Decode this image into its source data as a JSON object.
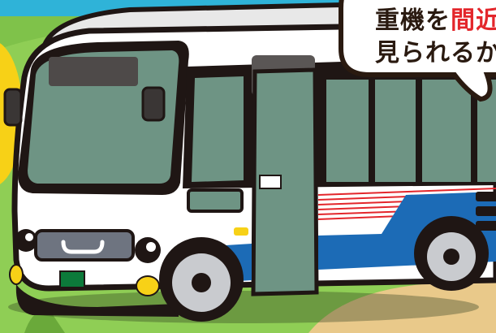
{
  "speech_bubble": {
    "line1_prefix": "重機を",
    "line1_highlight": "間近",
    "line2": "見られるかも"
  },
  "icons": {
    "bus": "bus-illustration",
    "bubble": "speech-bubble-icon"
  },
  "colors": {
    "sky": "#2fb3d8",
    "grass": "#7fc24a",
    "path": "#e9c98a",
    "bus_body": "#ffffff",
    "window_glass": "#6e9484",
    "outline": "#1f1614",
    "stripe_blue": "#1c6bb6",
    "stripe_red": "#e3262b",
    "highlight_text": "#e3262b",
    "yellow_light": "#f7d117",
    "plate": "#0c7a3a"
  }
}
